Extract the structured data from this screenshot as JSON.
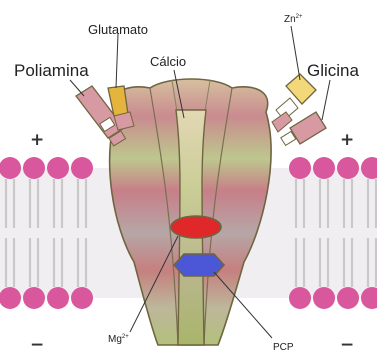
{
  "labels": {
    "poliamina": "Poliamina",
    "glutamato": "Glutamato",
    "calcio": "Cálcio",
    "zinc": "Zn",
    "zinc_charge": "2+",
    "glicina": "Glicina",
    "magnesio": "Mg",
    "magnesio_charge": "2+",
    "pcp": "PCP"
  },
  "signs": {
    "top_left": "+",
    "top_right": "+",
    "bottom_left": "−",
    "bottom_right": "−"
  },
  "colors": {
    "lipid_head": "#d9579d",
    "lipid_tail": "#c9c9c9",
    "receptor_pink": "#c97f8a",
    "receptor_green": "#b8c28a",
    "channel": "#a9b566",
    "mg_site": "#e0282a",
    "pcp_site": "#4b57d6",
    "glutamate_ligand": "#e4b43c",
    "zinc_ligand": "#f2d878",
    "site_box": "#d79aa3"
  }
}
